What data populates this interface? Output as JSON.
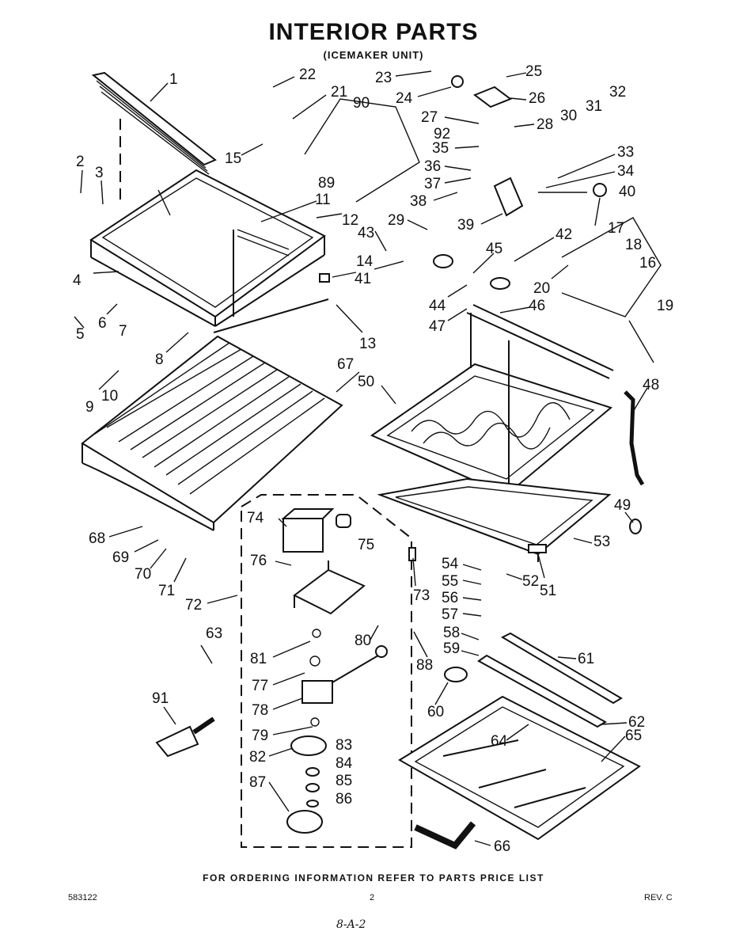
{
  "title": "INTERIOR PARTS",
  "subtitle": "(ICEMAKER UNIT)",
  "footer": {
    "ordering_note": "FOR ORDERING INFORMATION REFER TO PARTS PRICE LIST",
    "doc_number": "583122",
    "page_number": "2",
    "revision": "REV. C",
    "handwritten_note": "8-A-2"
  },
  "part_numbers": [
    "1",
    "2",
    "3",
    "4",
    "5",
    "6",
    "7",
    "8",
    "9",
    "10",
    "11",
    "12",
    "13",
    "14",
    "15",
    "16",
    "17",
    "18",
    "19",
    "20",
    "21",
    "22",
    "23",
    "24",
    "25",
    "26",
    "27",
    "28",
    "29",
    "30",
    "31",
    "32",
    "33",
    "34",
    "35",
    "36",
    "37",
    "38",
    "39",
    "40",
    "41",
    "42",
    "43",
    "44",
    "45",
    "46",
    "47",
    "48",
    "49",
    "50",
    "51",
    "52",
    "53",
    "54",
    "55",
    "56",
    "57",
    "58",
    "59",
    "60",
    "61",
    "62",
    "63",
    "64",
    "65",
    "66",
    "67",
    "68",
    "69",
    "70",
    "71",
    "72",
    "73",
    "74",
    "75",
    "76",
    "77",
    "78",
    "79",
    "80",
    "81",
    "82",
    "83",
    "84",
    "85",
    "86",
    "87",
    "88",
    "89",
    "90",
    "91",
    "92"
  ]
}
